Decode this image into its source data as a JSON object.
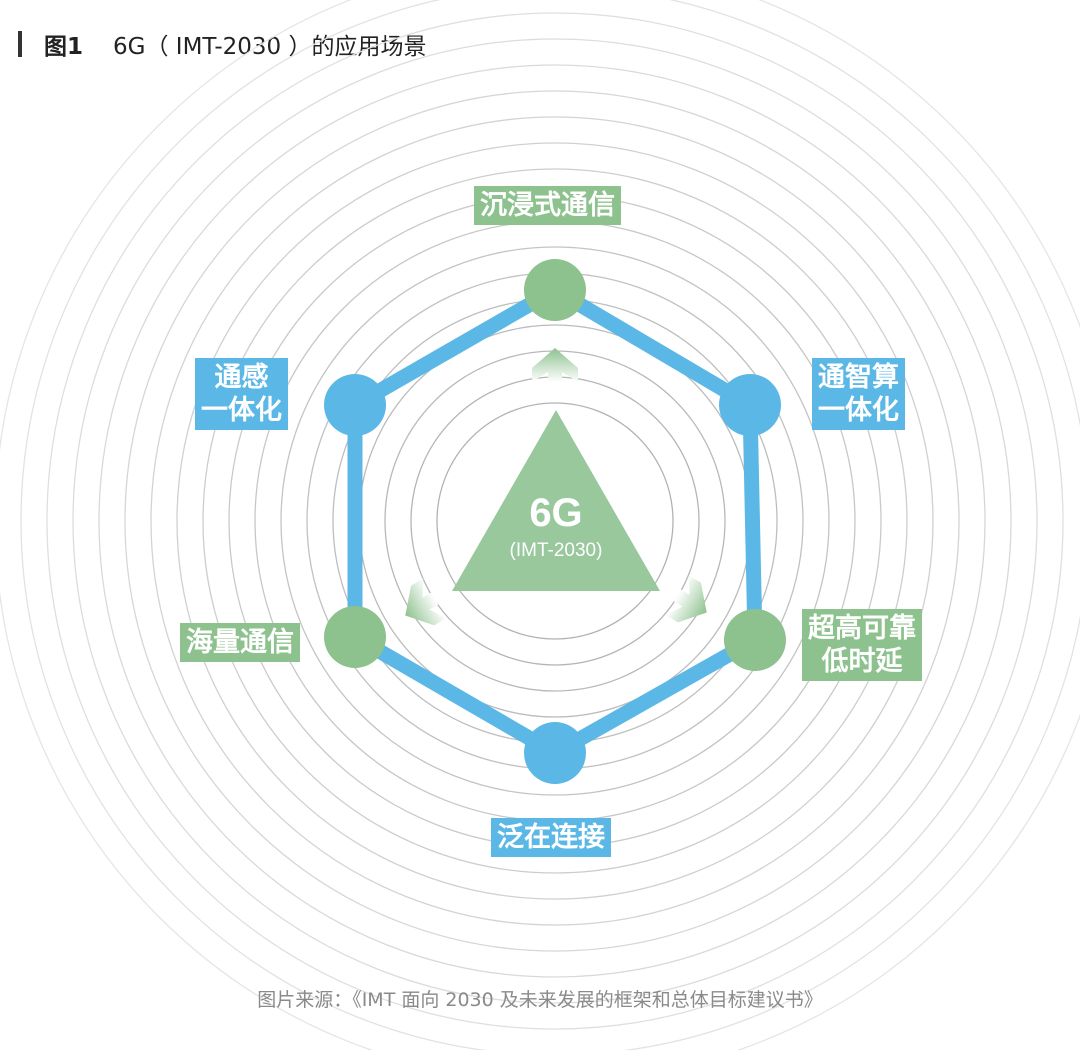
{
  "header": {
    "label": "图1",
    "title": "6G（ IMT-2030 ）的应用场景"
  },
  "center": {
    "title": "6G",
    "subtitle": "(IMT-2030)"
  },
  "scenarios": {
    "top": "沉浸式通信",
    "upper_left": "通感\n一体化",
    "upper_right": "通智算\n一体化",
    "lower_left": "海量通信",
    "lower_right": "超高可靠\n低时延",
    "bottom": "泛在连接"
  },
  "source": "图片来源：《IMT 面向 2030 及未来发展的框架和总体目标建议书》",
  "colors": {
    "green": "#8dc18e",
    "blue": "#5bb8e6",
    "triangle": "#98c89c",
    "ring": "#d9d9d9"
  }
}
